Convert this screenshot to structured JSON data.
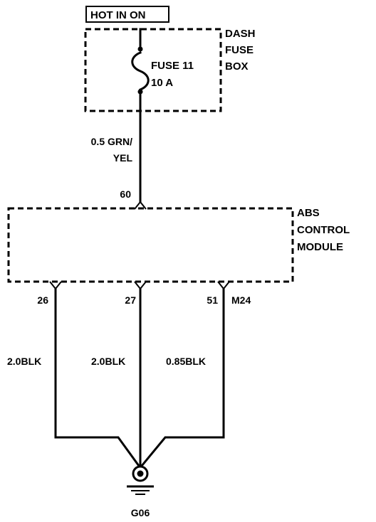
{
  "power_label": "HOT IN ON",
  "fuse_box": {
    "name_line1": "DASH",
    "name_line2": "FUSE",
    "name_line3": "BOX",
    "fuse_name": "FUSE 11",
    "fuse_rating": "10 A"
  },
  "feed_wire": {
    "line1": "0.5 GRN/",
    "line2": "YEL"
  },
  "module": {
    "name_line1": "ABS",
    "name_line2": "CONTROL",
    "name_line3": "MODULE",
    "power_pin": "60",
    "connector": "M24"
  },
  "ground_pins": [
    {
      "pin": "26",
      "wire": "2.0BLK"
    },
    {
      "pin": "27",
      "wire": "2.0BLK"
    },
    {
      "pin": "51",
      "wire": "0.85BLK"
    }
  ],
  "ground": {
    "label": "G06"
  }
}
